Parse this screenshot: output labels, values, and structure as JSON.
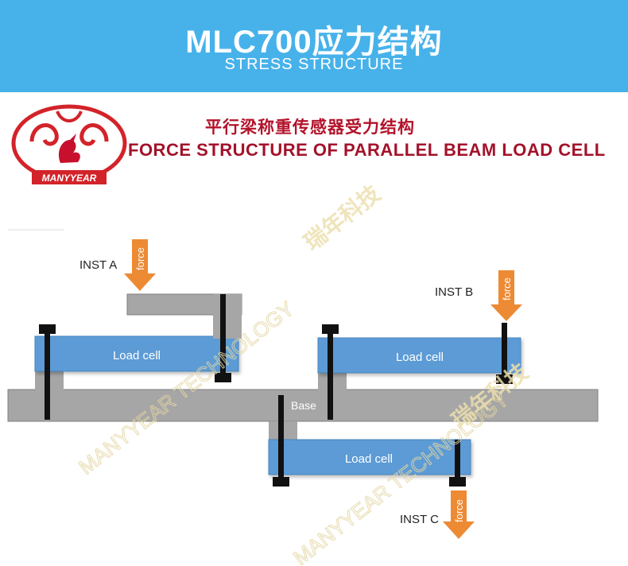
{
  "header": {
    "title": "MLC700应力结构",
    "subtitle": "STRESS STRUCTURE"
  },
  "figure": {
    "title_cn": "平行梁称重传感器受力结构",
    "title_en": "FORCE  STRUCTURE OF PARALLEL BEAM LOAD CELL",
    "logo_text": "MANYYEAR",
    "watermark_text": "MANYYEAR TECHNOLOGY",
    "watermark_cn": "瑞年科技",
    "load_cell_label": "Load cell",
    "base_label": "Base",
    "force_label": "force",
    "inst_a": "INST A",
    "inst_b": "INST B",
    "inst_c": "INST C"
  },
  "colors": {
    "header_bg": "#47b2ea",
    "title_red": "#b3122a",
    "load_cell_blue": "#5b9bd5",
    "base_gray": "#a6a6a6",
    "force_orange": "#ed8a34"
  }
}
